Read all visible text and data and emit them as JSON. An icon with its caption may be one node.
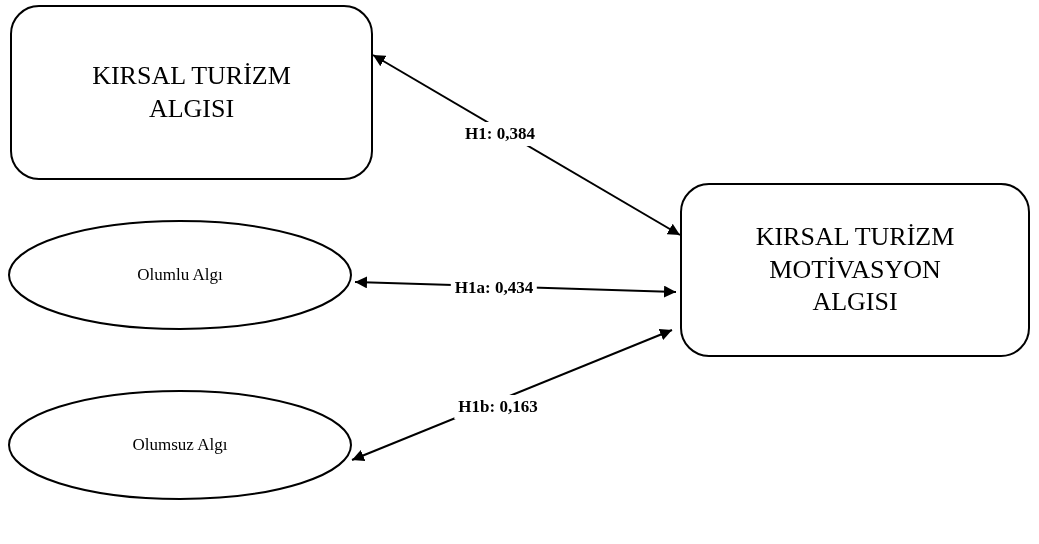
{
  "diagram": {
    "nodes": [
      {
        "text": [
          "KIRSAL TURİZM ALGISI"
        ]
      },
      {
        "text": [
          "KIRSAL TURİZM MOTİVASYON ALGISI"
        ]
      },
      {
        "text": [
          "Olumlu Algı"
        ]
      },
      {
        "text": [
          "Olumsuz Algı"
        ]
      }
    ],
    "edges": [
      {
        "from": 1,
        "to": 0,
        "arrow": "both",
        "label": "H1: 0,384"
      },
      {
        "from": 1,
        "to": 2,
        "arrow": "both",
        "label": "H1a: 0,434"
      },
      {
        "from": 1,
        "to": 3,
        "arrow": "both",
        "label": "H1b: 0,163"
      }
    ]
  }
}
